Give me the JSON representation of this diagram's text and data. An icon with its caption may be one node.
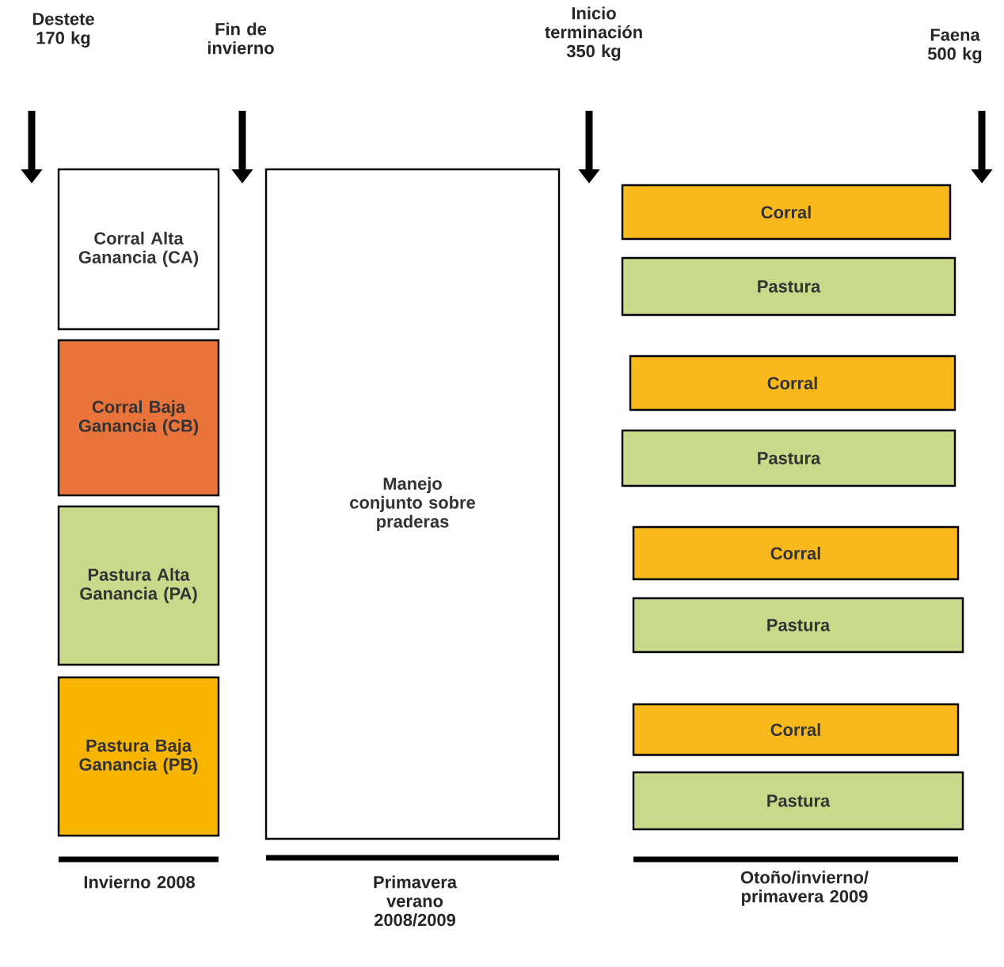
{
  "diagram": {
    "nodes": [
      {
        "text": [
          "Corral Alta Ganancia (CA)"
        ]
      },
      {
        "text": [
          "Corral Baja Ganancia (CB)"
        ]
      },
      {
        "text": [
          "Pastura Alta Ganancia (PA)"
        ]
      },
      {
        "text": [
          "Pastura Baja Ganancia (PB)"
        ]
      },
      {
        "text": [
          "Manejo conjunto sobre praderas"
        ]
      },
      {
        "text": [
          "Corral"
        ]
      },
      {
        "text": [
          "Pastura"
        ]
      },
      {
        "text": [
          "Corral"
        ]
      },
      {
        "text": [
          "Pastura"
        ]
      },
      {
        "text": [
          "Corral"
        ]
      },
      {
        "text": [
          "Pastura"
        ]
      },
      {
        "text": [
          "Corral"
        ]
      },
      {
        "text": [
          "Pastura"
        ]
      }
    ],
    "labels": [
      "Destete 170 kg",
      "Fin de invierno",
      "Inicio terminación 350 kg",
      "Faena 500 kg",
      "Invierno 2008",
      "Primavera verano 2008/2009",
      "Otoño/invierno/ primavera 2009"
    ]
  }
}
